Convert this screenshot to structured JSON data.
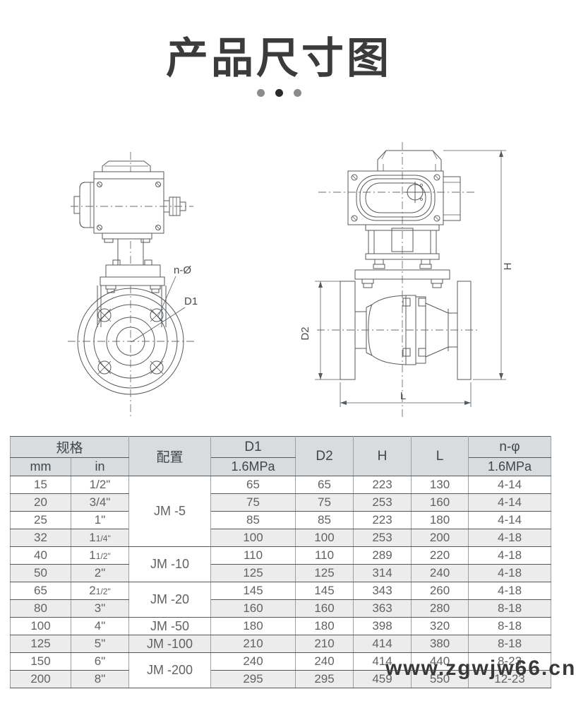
{
  "title": "产品尺寸图",
  "drawings": {
    "front": {
      "label_n_phi": "n-Ø",
      "label_d1": "D1"
    },
    "side": {
      "label_d2": "D2",
      "label_h": "H",
      "label_l": "L"
    }
  },
  "table": {
    "header": {
      "spec": "规格",
      "mm": "mm",
      "in": "in",
      "config": "配置",
      "d1": "D1",
      "d1_pressure": "1.6MPa",
      "d2": "D2",
      "h": "H",
      "l": "L",
      "n_phi": "n-φ",
      "n_phi_pressure": "1.6MPa"
    },
    "rows": [
      {
        "mm": "15",
        "in": "1/2\"",
        "config": "JM -5",
        "config_span": 4,
        "d1": "65",
        "d2": "65",
        "h": "223",
        "l": "130",
        "n": "4-14"
      },
      {
        "mm": "20",
        "in": "3/4\"",
        "d1": "75",
        "d2": "75",
        "h": "253",
        "l": "160",
        "n": "4-14"
      },
      {
        "mm": "25",
        "in": "1\"",
        "d1": "85",
        "d2": "85",
        "h": "223",
        "l": "180",
        "n": "4-14"
      },
      {
        "mm": "32",
        "in": "1",
        "in_frac": "1/4\"",
        "d1": "100",
        "d2": "100",
        "h": "253",
        "l": "200",
        "n": "4-18"
      },
      {
        "mm": "40",
        "in": "1",
        "in_frac": "1/2\"",
        "config": "JM -10",
        "config_span": 2,
        "d1": "110",
        "d2": "110",
        "h": "289",
        "l": "220",
        "n": "4-18"
      },
      {
        "mm": "50",
        "in": "2\"",
        "d1": "125",
        "d2": "125",
        "h": "314",
        "l": "240",
        "n": "4-18"
      },
      {
        "mm": "65",
        "in": "2",
        "in_frac": "1/2\"",
        "config": "JM -20",
        "config_span": 2,
        "d1": "145",
        "d2": "145",
        "h": "343",
        "l": "260",
        "n": "4-18"
      },
      {
        "mm": "80",
        "in": "3\"",
        "d1": "160",
        "d2": "160",
        "h": "363",
        "l": "280",
        "n": "8-18"
      },
      {
        "mm": "100",
        "in": "4\"",
        "config": "JM -50",
        "config_span": 1,
        "d1": "180",
        "d2": "180",
        "h": "398",
        "l": "320",
        "n": "8-18"
      },
      {
        "mm": "125",
        "in": "5\"",
        "config": "JM -100",
        "config_span": 1,
        "d1": "210",
        "d2": "210",
        "h": "414",
        "l": "380",
        "n": "8-18"
      },
      {
        "mm": "150",
        "in": "6\"",
        "config": "JM -200",
        "config_span": 2,
        "d1": "240",
        "d2": "240",
        "h": "414",
        "l": "440",
        "n": "8-23"
      },
      {
        "mm": "200",
        "in": "8\"",
        "d1": "295",
        "d2": "295",
        "h": "459",
        "l": "550",
        "n": "12-23"
      }
    ]
  },
  "watermark": "www.zgwjw66.cn",
  "colors": {
    "header_bg": "#d8dcdf",
    "row_alt_bg": "#ececec",
    "line": "#555a5e",
    "title": "#3b3b3b"
  }
}
